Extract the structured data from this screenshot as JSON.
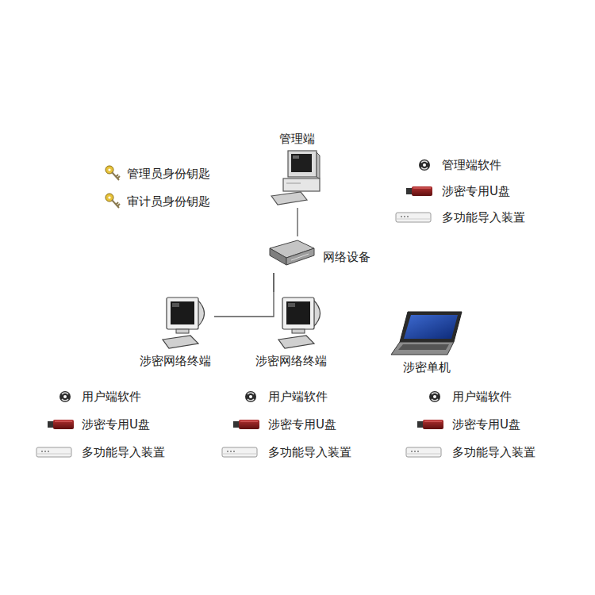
{
  "diagram": {
    "nodes": [
      {
        "text": [
          "管理端"
        ]
      },
      {
        "text": [
          "网络设备"
        ]
      },
      {
        "text": [
          "涉密网络终端"
        ]
      },
      {
        "text": [
          "涉密网络终端"
        ]
      },
      {
        "text": [
          "涉密单机"
        ]
      }
    ],
    "edges": [
      {
        "from": 0,
        "to": 1,
        "arrow": "none"
      },
      {
        "from": 1,
        "to": 2,
        "arrow": "none"
      },
      {
        "from": 1,
        "to": 3,
        "arrow": "none"
      }
    ],
    "labels": [
      "管理员身份钥匙",
      "审计员身份钥匙",
      "管理端软件",
      "涉密专用U盘",
      "多功能导入装置",
      "用户端软件",
      "涉密专用U盘",
      "多功能导入装置",
      "用户端软件",
      "涉密专用U盘",
      "多功能导入装置",
      "用户端软件",
      "涉密专用U盘",
      "多功能导入装置"
    ]
  }
}
